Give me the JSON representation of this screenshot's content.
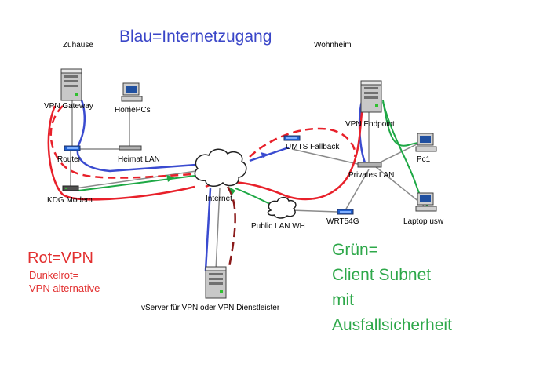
{
  "headers": {
    "zuhause": "Zuhause",
    "wohnheim": "Wohnheim"
  },
  "legend": {
    "blue": "Blau=Internetzugang",
    "red": "Rot=VPN",
    "darkred_line1": "Dunkelrot=",
    "darkred_line2": "VPN alternative",
    "green_line1": "Grün=",
    "green_line2": "Client Subnet",
    "green_line3": "mit",
    "green_line4": "Ausfallsicherheit"
  },
  "nodes": {
    "vpn_gateway": "VPN Gateway",
    "homepcs": "HomePCs",
    "router": "Router",
    "heimat_lan": "Heimat LAN",
    "kdg_modem": "KDG Modem",
    "internet": "Internet",
    "umts_fallback": "UMTS Fallback",
    "vpn_endpoint": "VPN Endpoint",
    "pc1": "Pc1",
    "privates_lan": "Privates LAN",
    "laptop": "Laptop usw",
    "public_lan": "Public LAN WH",
    "wrt54g": "WRT54G",
    "vserver": "vServer für VPN oder VPN Dienstleister"
  },
  "colors": {
    "blue": "#3a4bd0",
    "red": "#e8202a",
    "darkred": "#8b1a1a",
    "green": "#1ea845",
    "gray_line": "#8a8a8a",
    "legend_blue": "#3a46c8",
    "legend_red": "#e23030",
    "legend_green": "#2ea84a"
  }
}
